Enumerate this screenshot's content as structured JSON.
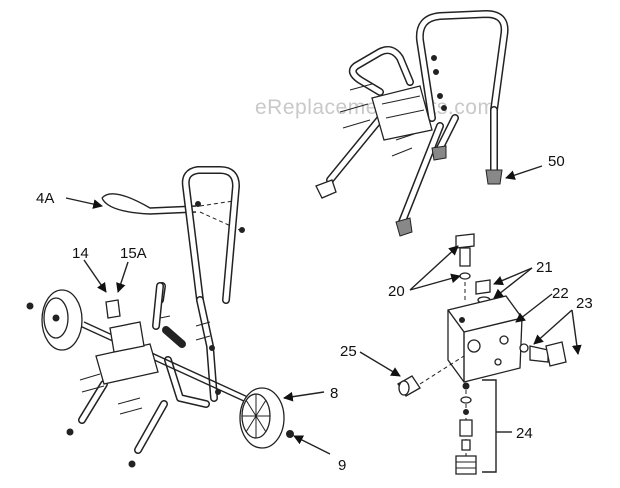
{
  "watermark": "eReplacementParts.com",
  "callouts": {
    "c4a": "4A",
    "c14": "14",
    "c15a": "15A",
    "c8": "8",
    "c9": "9",
    "c50": "50",
    "c20": "20",
    "c21": "21",
    "c22": "22",
    "c23": "23",
    "c25": "25",
    "c24": "24"
  }
}
